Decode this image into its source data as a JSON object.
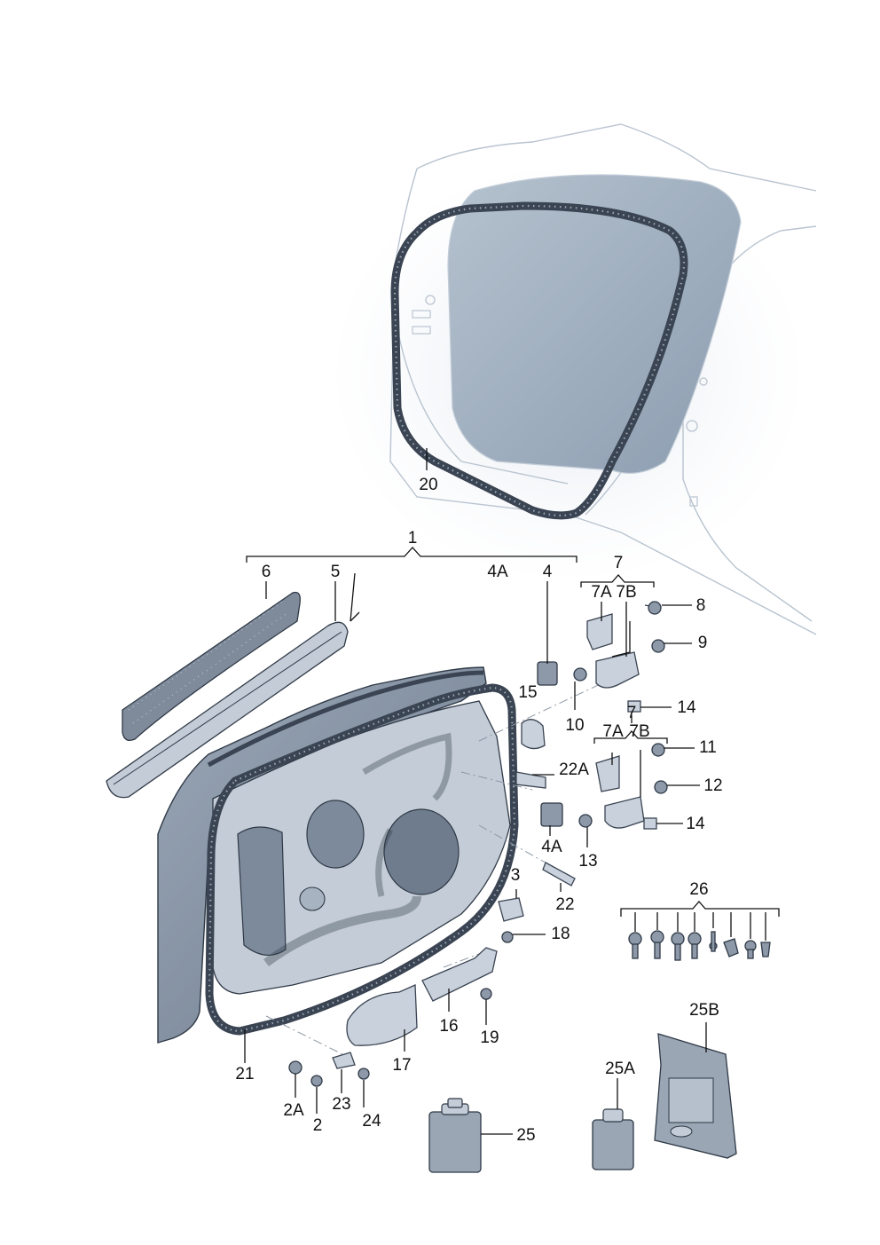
{
  "labels": {
    "l1": "1",
    "l2": "2",
    "l2a": "2A",
    "l3": "3",
    "l4": "4",
    "l4a_top": "4A",
    "l4a_low": "4A",
    "l5": "5",
    "l6": "6",
    "l7_top": "7",
    "l7a_top": "7A",
    "l7b_top": "7B",
    "l7_low": "7",
    "l7a_low": "7A",
    "l7b_low": "7B",
    "l8": "8",
    "l9": "9",
    "l10": "10",
    "l11": "11",
    "l12": "12",
    "l13": "13",
    "l14_top": "14",
    "l14_low": "14",
    "l15": "15",
    "l16": "16",
    "l17": "17",
    "l18": "18",
    "l19": "19",
    "l20": "20",
    "l21": "21",
    "l22": "22",
    "l22a": "22A",
    "l23": "23",
    "l24": "24",
    "l25": "25",
    "l25a": "25A",
    "l25b": "25B",
    "l26": "26"
  },
  "colors": {
    "line": "#111111",
    "part_fill": "#c9d1dc",
    "part_shade": "#8d99a8",
    "seal": "#3a4452",
    "body_outline": "#b9c4d0",
    "glass": "#9fb0c0"
  }
}
